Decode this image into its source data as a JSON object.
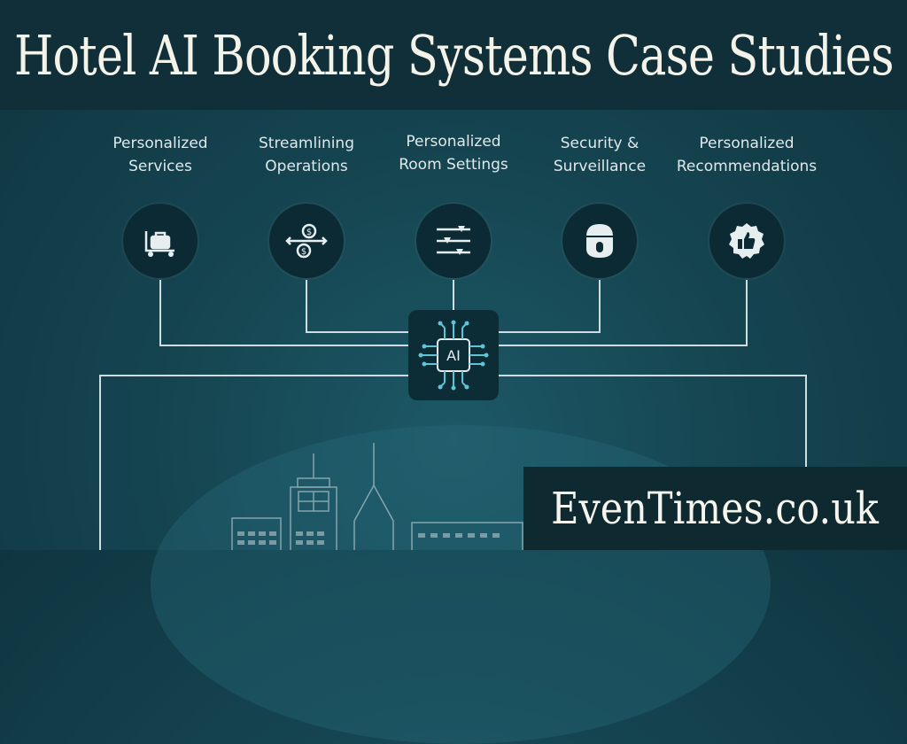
{
  "title": "Hotel AI Booking Systems Case Studies",
  "features": [
    {
      "label": "Personalized\nServices",
      "icon": "luggage-cart-icon"
    },
    {
      "label": "Streamlining\nOperations",
      "icon": "gears-exchange-icon"
    },
    {
      "label": "Personalized\nRoom Settings",
      "icon": "sliders-icon"
    },
    {
      "label": "Security &\nSurveillance",
      "icon": "security-camera-icon"
    },
    {
      "label": "Personalized\nRecommendations",
      "icon": "thumbs-up-badge-icon"
    }
  ],
  "hub": {
    "label": "AI",
    "icon": "ai-chip-icon"
  },
  "watermark": "EvenTimes.co.uk",
  "colors": {
    "background": "#154551",
    "title_bar": "#102f38",
    "icon_circle": "#0c2a33",
    "line": "#cfdde2",
    "text": "#dfe9ec"
  }
}
